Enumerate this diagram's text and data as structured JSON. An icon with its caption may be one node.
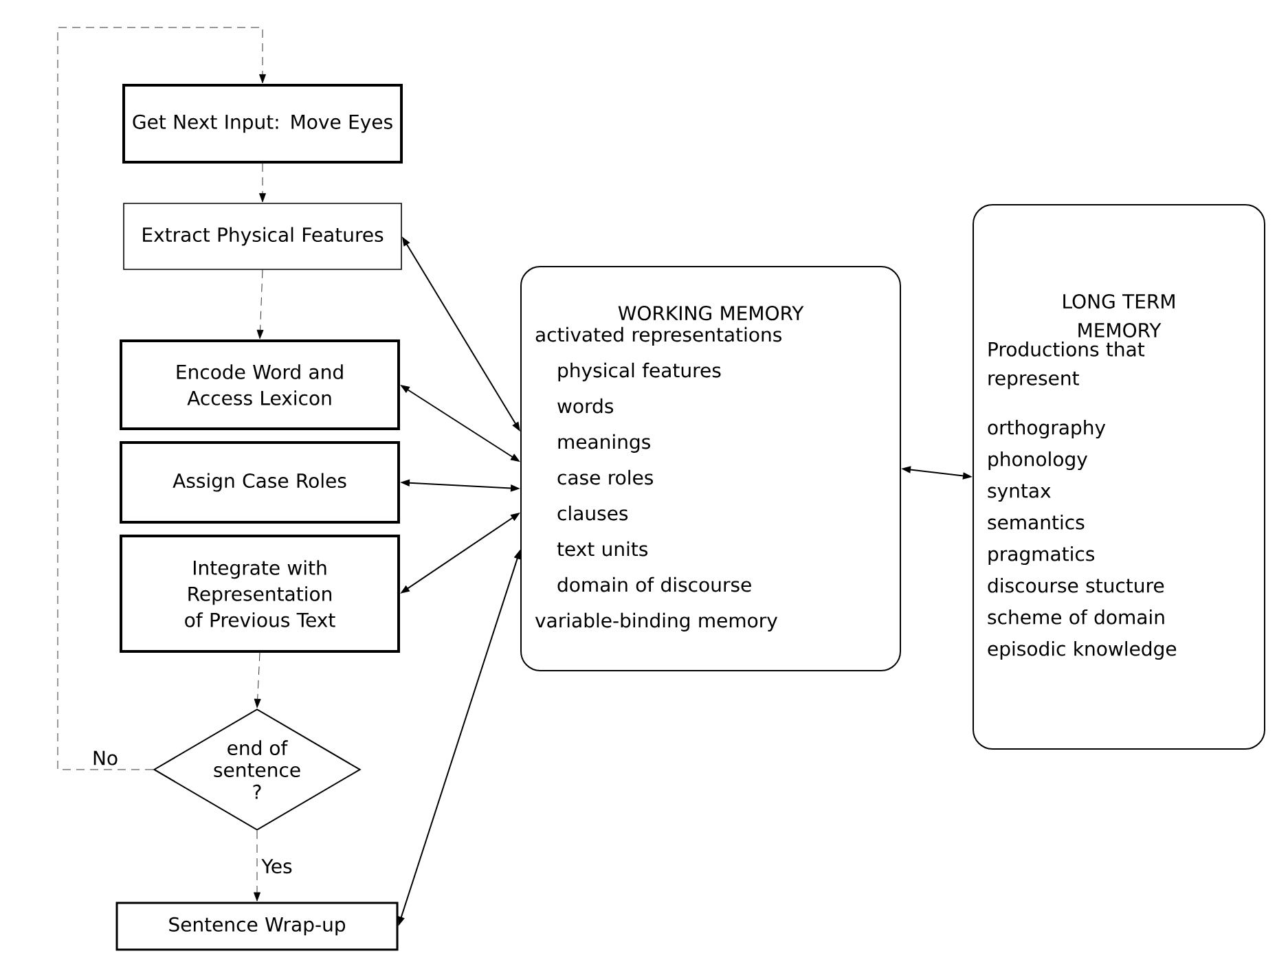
{
  "diagram": {
    "nodes": [
      {
        "text": [
          "Get Next Input: Move Eyes"
        ]
      },
      {
        "text": [
          "Extract Physical Features"
        ]
      },
      {
        "text": [
          "Encode Word and Access Lexicon"
        ]
      },
      {
        "text": [
          "Assign Case Roles"
        ]
      },
      {
        "text": [
          "Integrate with Representation of Previous Text"
        ]
      },
      {
        "text": [
          "end of sentence ?"
        ]
      },
      {
        "text": [
          "Sentence Wrap-up"
        ]
      },
      {
        "text": [
          "WORKING MEMORY",
          "activated representations",
          "physical features",
          "words",
          "meanings",
          "case roles",
          "clauses",
          "text units",
          "domain of discourse",
          "variable-binding memory"
        ]
      },
      {
        "text": [
          "LONG TERM MEMORY",
          "Productions that represent",
          "orthography",
          "phonology",
          "syntax",
          "semantics",
          "pragmatics",
          "discourse stucture",
          "scheme of domain",
          "episodic knowledge"
        ]
      }
    ],
    "edges": [
      {
        "from": 0,
        "to": 1,
        "arrow": "to",
        "style": "dashed"
      },
      {
        "from": 1,
        "to": 2,
        "arrow": "to",
        "style": "dashed"
      },
      {
        "from": 4,
        "to": 5,
        "arrow": "to",
        "style": "dashed"
      },
      {
        "from": 5,
        "to": 0,
        "arrow": "to",
        "style": "dashed",
        "label": "No"
      },
      {
        "from": 5,
        "to": 6,
        "arrow": "to",
        "style": "dashed",
        "label": "Yes"
      },
      {
        "from": 1,
        "to": 7,
        "arrow": "both"
      },
      {
        "from": 2,
        "to": 7,
        "arrow": "both"
      },
      {
        "from": 3,
        "to": 7,
        "arrow": "both"
      },
      {
        "from": 4,
        "to": 7,
        "arrow": "both"
      },
      {
        "from": 6,
        "to": 7,
        "arrow": "both"
      },
      {
        "from": 7,
        "to": 8,
        "arrow": "both"
      }
    ]
  }
}
